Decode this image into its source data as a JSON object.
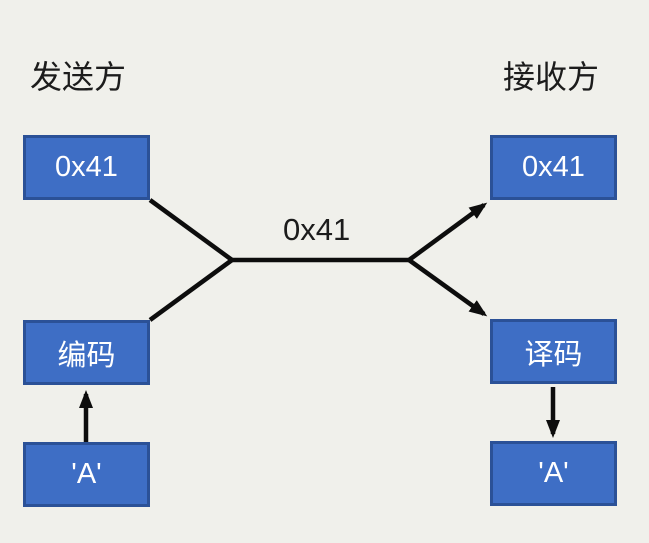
{
  "diagram": {
    "title_sender": "发送方",
    "title_receiver": "接收方",
    "channel_label": "0x41",
    "boxes": {
      "sender_hex": {
        "label": "0x41"
      },
      "encoder": {
        "label": "编码"
      },
      "sender_char": {
        "label": "'A'"
      },
      "receiver_hex": {
        "label": "0x41"
      },
      "decoder": {
        "label": "译码"
      },
      "receiver_char": {
        "label": "'A'"
      }
    },
    "colors": {
      "background": "#f0f0eb",
      "box_fill": "#3e6ec5",
      "box_border": "#2b5197",
      "box_text": "#ffffff",
      "line": "#0d0d0d",
      "label_text": "#1c1c1c"
    }
  }
}
